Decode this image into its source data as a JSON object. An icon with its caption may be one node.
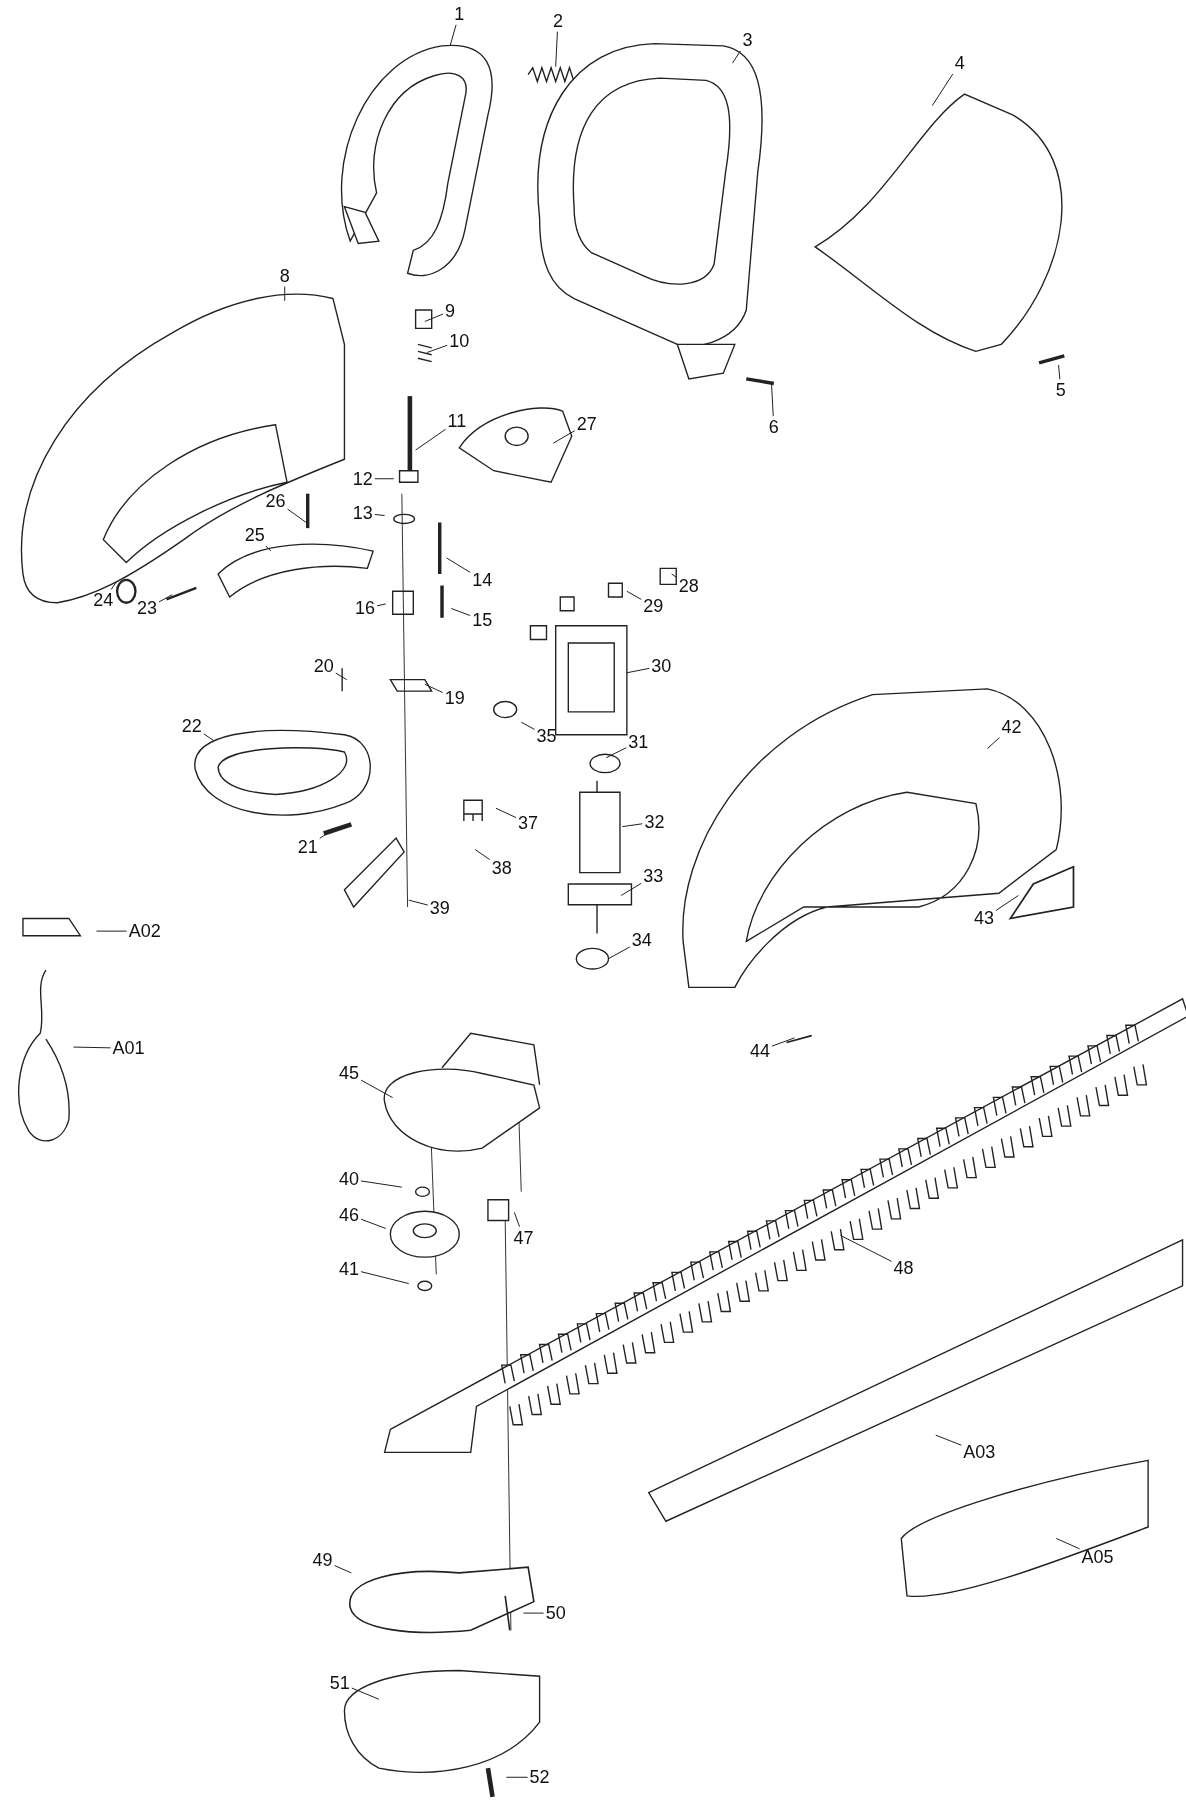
{
  "diagram": {
    "nodes": [
      {
        "text": [
          "1"
        ]
      },
      {
        "text": [
          "2"
        ]
      },
      {
        "text": [
          "3"
        ]
      },
      {
        "text": [
          "4"
        ]
      },
      {
        "text": [
          "5"
        ]
      },
      {
        "text": [
          "6"
        ]
      },
      {
        "text": [
          "8"
        ]
      },
      {
        "text": [
          "9"
        ]
      },
      {
        "text": [
          "10"
        ]
      },
      {
        "text": [
          "11"
        ]
      },
      {
        "text": [
          "12"
        ]
      },
      {
        "text": [
          "13"
        ]
      },
      {
        "text": [
          "14"
        ]
      },
      {
        "text": [
          "15"
        ]
      },
      {
        "text": [
          "16"
        ]
      },
      {
        "text": [
          "19"
        ]
      },
      {
        "text": [
          "20"
        ]
      },
      {
        "text": [
          "21"
        ]
      },
      {
        "text": [
          "22"
        ]
      },
      {
        "text": [
          "23"
        ]
      },
      {
        "text": [
          "24"
        ]
      },
      {
        "text": [
          "25"
        ]
      },
      {
        "text": [
          "26"
        ]
      },
      {
        "text": [
          "27"
        ]
      },
      {
        "text": [
          "28"
        ]
      },
      {
        "text": [
          "29"
        ]
      },
      {
        "text": [
          "30"
        ]
      },
      {
        "text": [
          "31"
        ]
      },
      {
        "text": [
          "32"
        ]
      },
      {
        "text": [
          "33"
        ]
      },
      {
        "text": [
          "34"
        ]
      },
      {
        "text": [
          "35"
        ]
      },
      {
        "text": [
          "37"
        ]
      },
      {
        "text": [
          "38"
        ]
      },
      {
        "text": [
          "39"
        ]
      },
      {
        "text": [
          "40"
        ]
      },
      {
        "text": [
          "41"
        ]
      },
      {
        "text": [
          "42"
        ]
      },
      {
        "text": [
          "43"
        ]
      },
      {
        "text": [
          "44"
        ]
      },
      {
        "text": [
          "45"
        ]
      },
      {
        "text": [
          "46"
        ]
      },
      {
        "text": [
          "47"
        ]
      },
      {
        "text": [
          "48"
        ]
      },
      {
        "text": [
          "49"
        ]
      },
      {
        "text": [
          "50"
        ]
      },
      {
        "text": [
          "51"
        ]
      },
      {
        "text": [
          "52"
        ]
      },
      {
        "text": [
          "A01"
        ]
      },
      {
        "text": [
          "A02"
        ]
      },
      {
        "text": [
          "A03"
        ]
      },
      {
        "text": [
          "A05"
        ]
      }
    ],
    "edges": [
      {
        "from": 0,
        "to": null,
        "arrow": "none"
      },
      {
        "from": 1,
        "to": null,
        "arrow": "none"
      },
      {
        "from": 2,
        "to": null,
        "arrow": "none"
      },
      {
        "from": 3,
        "to": null,
        "arrow": "none"
      },
      {
        "from": 4,
        "to": null,
        "arrow": "none"
      },
      {
        "from": 5,
        "to": null,
        "arrow": "none"
      },
      {
        "from": 6,
        "to": null,
        "arrow": "none"
      },
      {
        "from": 7,
        "to": null,
        "arrow": "none"
      },
      {
        "from": 8,
        "to": null,
        "arrow": "none"
      },
      {
        "from": 9,
        "to": null,
        "arrow": "none"
      },
      {
        "from": 10,
        "to": null,
        "arrow": "none"
      },
      {
        "from": 11,
        "to": null,
        "arrow": "none"
      },
      {
        "from": 12,
        "to": null,
        "arrow": "none"
      },
      {
        "from": 13,
        "to": null,
        "arrow": "none"
      },
      {
        "from": 14,
        "to": null,
        "arrow": "none"
      },
      {
        "from": 15,
        "to": null,
        "arrow": "none"
      },
      {
        "from": 16,
        "to": null,
        "arrow": "none"
      },
      {
        "from": 17,
        "to": null,
        "arrow": "none"
      },
      {
        "from": 18,
        "to": null,
        "arrow": "none"
      },
      {
        "from": 19,
        "to": null,
        "arrow": "none"
      },
      {
        "from": 20,
        "to": null,
        "arrow": "none"
      },
      {
        "from": 21,
        "to": null,
        "arrow": "none"
      },
      {
        "from": 22,
        "to": null,
        "arrow": "none"
      },
      {
        "from": 23,
        "to": null,
        "arrow": "none"
      },
      {
        "from": 24,
        "to": null,
        "arrow": "none"
      },
      {
        "from": 25,
        "to": null,
        "arrow": "none"
      },
      {
        "from": 26,
        "to": null,
        "arrow": "none"
      },
      {
        "from": 27,
        "to": null,
        "arrow": "none"
      },
      {
        "from": 28,
        "to": null,
        "arrow": "none"
      },
      {
        "from": 29,
        "to": null,
        "arrow": "none"
      },
      {
        "from": 30,
        "to": null,
        "arrow": "none"
      },
      {
        "from": 31,
        "to": null,
        "arrow": "none"
      },
      {
        "from": 32,
        "to": null,
        "arrow": "none"
      },
      {
        "from": 33,
        "to": null,
        "arrow": "none"
      },
      {
        "from": 34,
        "to": null,
        "arrow": "none"
      },
      {
        "from": 35,
        "to": null,
        "arrow": "none"
      },
      {
        "from": 36,
        "to": null,
        "arrow": "none"
      },
      {
        "from": 37,
        "to": null,
        "arrow": "none"
      },
      {
        "from": 38,
        "to": null,
        "arrow": "none"
      },
      {
        "from": 39,
        "to": null,
        "arrow": "none"
      },
      {
        "from": 40,
        "to": null,
        "arrow": "none"
      },
      {
        "from": 41,
        "to": null,
        "arrow": "none"
      },
      {
        "from": 42,
        "to": null,
        "arrow": "none"
      },
      {
        "from": 43,
        "to": null,
        "arrow": "none"
      },
      {
        "from": 44,
        "to": null,
        "arrow": "none"
      },
      {
        "from": 45,
        "to": null,
        "arrow": "none"
      },
      {
        "from": 46,
        "to": null,
        "arrow": "none"
      },
      {
        "from": 47,
        "to": null,
        "arrow": "none"
      },
      {
        "from": 48,
        "to": null,
        "arrow": "none"
      },
      {
        "from": 49,
        "to": null,
        "arrow": "none"
      },
      {
        "from": 50,
        "to": null,
        "arrow": "none"
      },
      {
        "from": 51,
        "to": null,
        "arrow": "none"
      }
    ]
  }
}
